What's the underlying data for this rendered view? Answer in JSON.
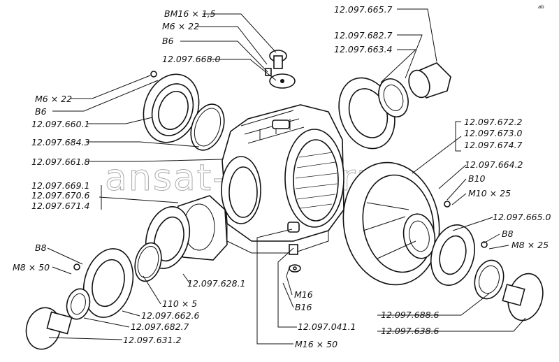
{
  "watermark": "ansat-parts.ru",
  "corner_mark": "ab",
  "labels": {
    "l_bm16": "BM16 × 1,5",
    "l_m6_top": "M6 × 22",
    "l_b6_top": "B6",
    "l_668": "12.097.668.0",
    "l_665_7": "12.097.665.7",
    "l_682_7_top": "12.097.682.7",
    "l_663_4": "12.097.663.4",
    "l_m6_left": "M6 × 22",
    "l_b6_left": "B6",
    "l_660_1": "12.097.660.1",
    "l_684_3": "12.097.684.3",
    "l_661_8": "12.097.661.8",
    "l_669_1": "12.097.669.1",
    "l_670_6": "12.097.670.6",
    "l_671_4": "12.097.671.4",
    "l_672_2": "12.097.672.2",
    "l_673_0": "12.097.673.0",
    "l_674_7": "12.097.674.7",
    "l_664_2": "12.097.664.2",
    "l_b10": "B10",
    "l_m10": "M10 × 25",
    "l_665_0": "12.097.665.0",
    "l_b8_right": "B8",
    "l_m8_right": "M8 × 25",
    "l_b8_left": "B8",
    "l_m8_left": "M8 × 50",
    "l_628_1": "12.097.628.1",
    "l_110": "110 × 5",
    "l_662_6": "12.097.662.6",
    "l_682_7_bot": "12.097.682.7",
    "l_631_2": "12.097.631.2",
    "l_m16": "M16",
    "l_b16": "B16",
    "l_041_1": "12.097.041.1",
    "l_m16x50": "M16 × 50",
    "l_688_6": "12.097.688.6",
    "l_638_6": "12.097.638.6"
  }
}
